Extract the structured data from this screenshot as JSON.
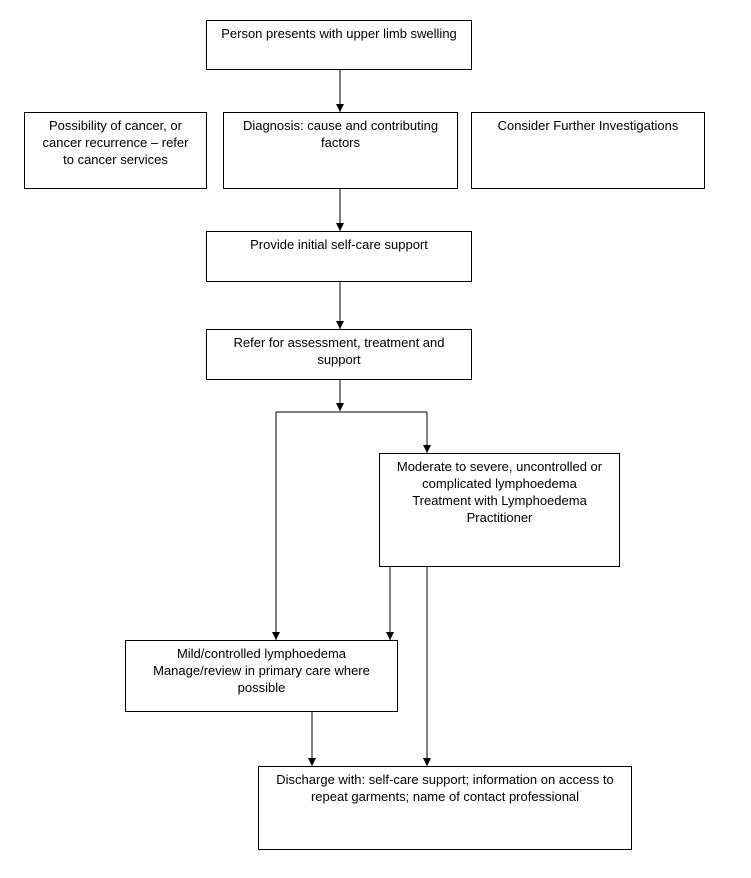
{
  "nodes": {
    "presents": {
      "lines": [
        "Person presents with upper limb swelling"
      ]
    },
    "cancer": {
      "lines": [
        "Possibility of cancer, or",
        "cancer recurrence – refer",
        "to cancer services"
      ]
    },
    "diagnosis": {
      "lines": [
        "Diagnosis: cause and contributing",
        "factors"
      ]
    },
    "investigations": {
      "lines": [
        "Consider Further Investigations"
      ]
    },
    "self_care": {
      "lines": [
        "Provide initial self-care support"
      ]
    },
    "refer": {
      "lines": [
        "Refer for assessment, treatment and",
        "support"
      ]
    },
    "moderate": {
      "lines": [
        "Moderate to severe, uncontrolled or",
        "complicated lymphoedema",
        "Treatment with Lymphoedema",
        "Practitioner"
      ]
    },
    "mild": {
      "lines": [
        "Mild/controlled lymphoedema",
        "Manage/review in primary care where",
        "possible"
      ]
    },
    "discharge": {
      "lines": [
        "Discharge with: self-care support; information on access to",
        "repeat garments; name of contact professional"
      ]
    }
  },
  "edges": [
    {
      "from": "presents",
      "to": "diagnosis"
    },
    {
      "from": "diagnosis",
      "to": "self_care"
    },
    {
      "from": "self_care",
      "to": "refer"
    },
    {
      "from": "refer",
      "to": "moderate"
    },
    {
      "from": "refer",
      "to": "mild"
    },
    {
      "from": "moderate",
      "to": "mild"
    },
    {
      "from": "moderate",
      "to": "discharge"
    },
    {
      "from": "mild",
      "to": "discharge"
    }
  ]
}
